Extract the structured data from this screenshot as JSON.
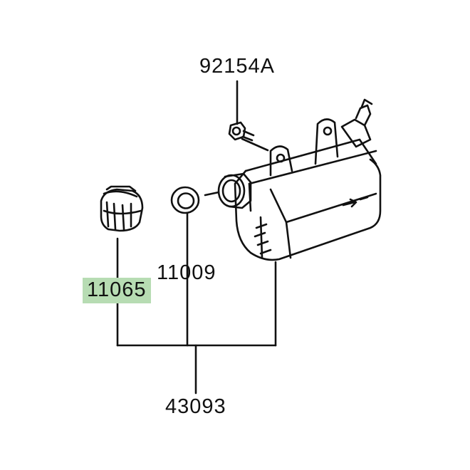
{
  "labels": {
    "bolt": "92154A",
    "cap": "11065",
    "gasket": "11009",
    "assembly": "43093"
  },
  "colors": {
    "line": "#111111",
    "highlight": "#b7dcb3",
    "background": "#ffffff"
  },
  "highlighted_part": "cap"
}
